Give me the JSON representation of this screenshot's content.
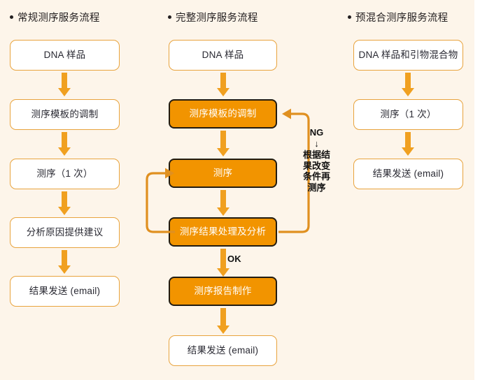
{
  "meta": {
    "background_color": "#fdf5ea",
    "accent_orange": "#f0a020",
    "filled_node_color": "#f29400",
    "filled_node_border": "#221c12",
    "plain_node_border": "#e8a33d",
    "text_color": "#2a2a33"
  },
  "columns": [
    {
      "id": "standard",
      "heading": "常规测序服务流程",
      "nodes": [
        {
          "id": "c1-n1",
          "label": "DNA 样品",
          "style": "plain"
        },
        {
          "id": "c1-n2",
          "label": "测序模板的调制",
          "style": "plain"
        },
        {
          "id": "c1-n3",
          "label": "测序（1 次）",
          "style": "plain"
        },
        {
          "id": "c1-n4",
          "label": "分析原因提供建议",
          "style": "plain"
        },
        {
          "id": "c1-n5",
          "label": "结果发送 (email)",
          "style": "plain"
        }
      ]
    },
    {
      "id": "complete",
      "heading": "完整测序服务流程",
      "nodes": [
        {
          "id": "c2-n1",
          "label": "DNA 样品",
          "style": "plain"
        },
        {
          "id": "c2-n2",
          "label": "测序模板的调制",
          "style": "filled"
        },
        {
          "id": "c2-n3",
          "label": "测序",
          "style": "filled"
        },
        {
          "id": "c2-n4",
          "label": "测序结果处理及分析",
          "style": "filled"
        },
        {
          "id": "c2-n5",
          "label": "测序报告制作",
          "style": "filled"
        },
        {
          "id": "c2-n6",
          "label": "结果发送 (email)",
          "style": "plain"
        }
      ],
      "edge_labels": {
        "ok": "OK",
        "ng_title": "NG",
        "ng_arrow": "↓",
        "ng_lines": [
          "根据结",
          "果改变",
          "条件再",
          "测序"
        ]
      }
    },
    {
      "id": "premixed",
      "heading": "预混合测序服务流程",
      "nodes": [
        {
          "id": "c3-n1",
          "label": "DNA 样品和引物混合物",
          "style": "plain"
        },
        {
          "id": "c3-n2",
          "label": "测序（1 次）",
          "style": "plain"
        },
        {
          "id": "c3-n3",
          "label": "结果发送 (email)",
          "style": "plain"
        }
      ]
    }
  ]
}
